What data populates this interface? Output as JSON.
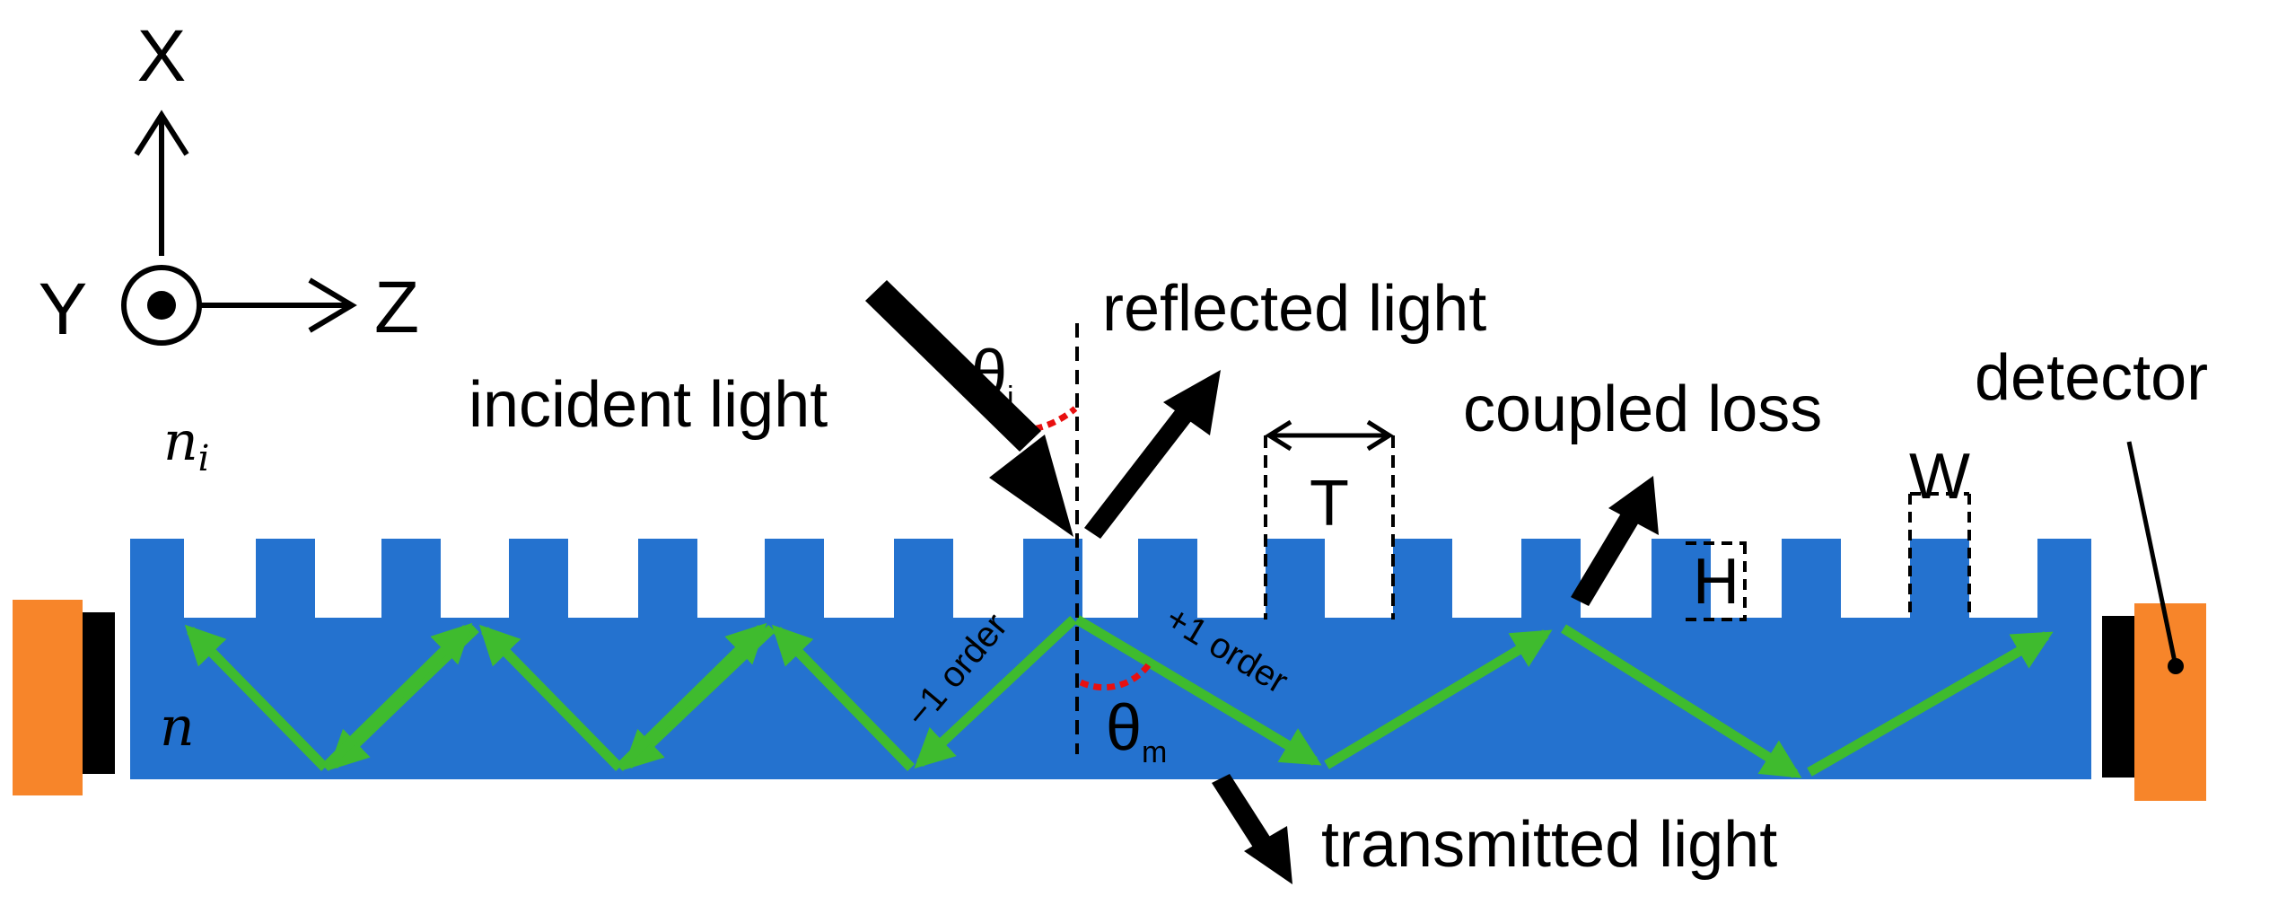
{
  "colors": {
    "waveguide": "#2472cf",
    "ray": "#3fbb2e",
    "angle_arc": "#e81010",
    "detector": "#f7852a",
    "arrow": "#000000"
  },
  "axes": {
    "x_label": "X",
    "y_label": "Y",
    "z_label": "Z"
  },
  "labels": {
    "incident": "incident light",
    "reflected": "reflected light",
    "coupled_loss": "coupled loss",
    "detector": "detector",
    "transmitted": "transmitted light",
    "period": "T",
    "width": "W",
    "height": "H",
    "minus_order": "−1 order",
    "plus_order": "+1 order"
  },
  "angles": {
    "incident_symbol": "θ",
    "incident_sub": "i",
    "diffraction_symbol": "θ",
    "diffraction_sub": "m"
  },
  "media": {
    "outer_symbol": "n",
    "outer_sub": "i",
    "core_symbol": "n"
  },
  "icons": {
    "axis_y": "out-of-plane-dot-icon",
    "left_coupler": "source-block-icon",
    "right_coupler": "detector-block-icon"
  }
}
